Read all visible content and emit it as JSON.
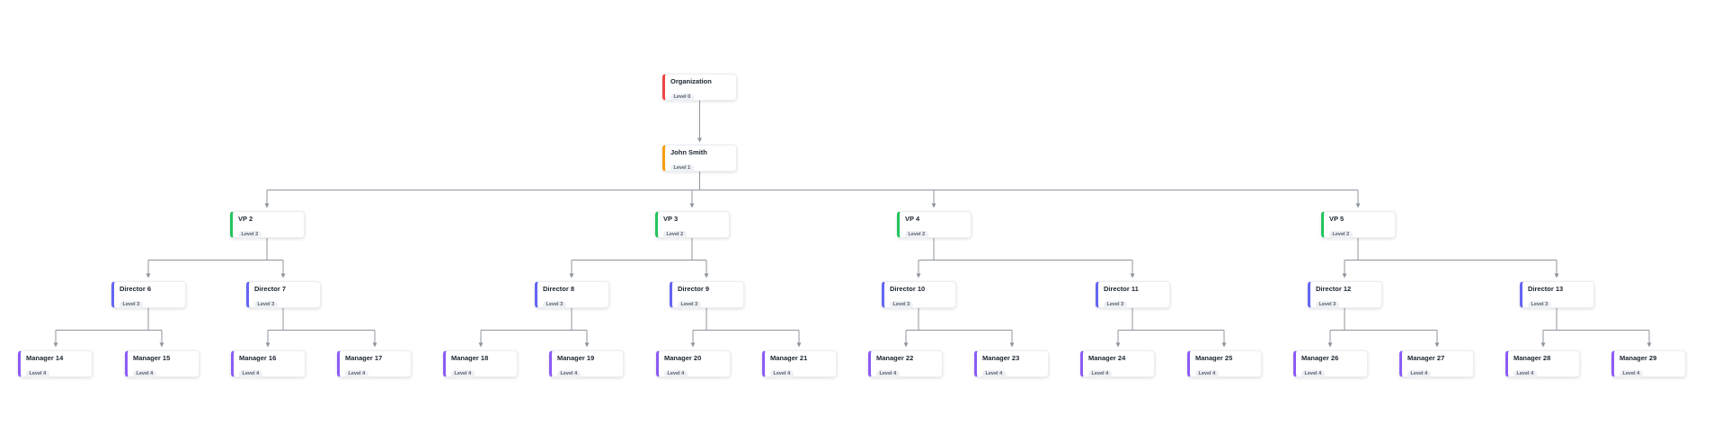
{
  "chart": {
    "type": "org-chart",
    "connector_color": "#8f959d",
    "levels": [
      {
        "label": "Level 0",
        "accent": "#ef4444"
      },
      {
        "label": "Level 1",
        "accent": "#f59e0b"
      },
      {
        "label": "Level 2",
        "accent": "#22c55e"
      },
      {
        "label": "Level 3",
        "accent": "#6366f1"
      },
      {
        "label": "Level 4",
        "accent": "#8b5cf6"
      }
    ],
    "nodes": [
      {
        "name": "Organization",
        "level_label": "Level 0",
        "level": 0,
        "parent": null
      },
      {
        "name": "John Smith",
        "level_label": "Level 1",
        "level": 1,
        "parent": "Organization"
      },
      {
        "name": "VP 2",
        "level_label": "Level 2",
        "level": 2,
        "parent": "John Smith"
      },
      {
        "name": "VP 3",
        "level_label": "Level 2",
        "level": 2,
        "parent": "John Smith"
      },
      {
        "name": "VP 4",
        "level_label": "Level 2",
        "level": 2,
        "parent": "John Smith"
      },
      {
        "name": "VP 5",
        "level_label": "Level 2",
        "level": 2,
        "parent": "John Smith"
      },
      {
        "name": "Director 6",
        "level_label": "Level 3",
        "level": 3,
        "parent": "VP 2"
      },
      {
        "name": "Director 7",
        "level_label": "Level 3",
        "level": 3,
        "parent": "VP 2"
      },
      {
        "name": "Director 8",
        "level_label": "Level 3",
        "level": 3,
        "parent": "VP 3"
      },
      {
        "name": "Director 9",
        "level_label": "Level 3",
        "level": 3,
        "parent": "VP 3"
      },
      {
        "name": "Director 10",
        "level_label": "Level 3",
        "level": 3,
        "parent": "VP 4"
      },
      {
        "name": "Director 11",
        "level_label": "Level 3",
        "level": 3,
        "parent": "VP 4"
      },
      {
        "name": "Director 12",
        "level_label": "Level 3",
        "level": 3,
        "parent": "VP 5"
      },
      {
        "name": "Director 13",
        "level_label": "Level 3",
        "level": 3,
        "parent": "VP 5"
      },
      {
        "name": "Manager 14",
        "level_label": "Level 4",
        "level": 4,
        "parent": "Director 6"
      },
      {
        "name": "Manager 15",
        "level_label": "Level 4",
        "level": 4,
        "parent": "Director 6"
      },
      {
        "name": "Manager 16",
        "level_label": "Level 4",
        "level": 4,
        "parent": "Director 7"
      },
      {
        "name": "Manager 17",
        "level_label": "Level 4",
        "level": 4,
        "parent": "Director 7"
      },
      {
        "name": "Manager 18",
        "level_label": "Level 4",
        "level": 4,
        "parent": "Director 8"
      },
      {
        "name": "Manager 19",
        "level_label": "Level 4",
        "level": 4,
        "parent": "Director 8"
      },
      {
        "name": "Manager 20",
        "level_label": "Level 4",
        "level": 4,
        "parent": "Director 9"
      },
      {
        "name": "Manager 21",
        "level_label": "Level 4",
        "level": 4,
        "parent": "Director 9"
      },
      {
        "name": "Manager 22",
        "level_label": "Level 4",
        "level": 4,
        "parent": "Director 10"
      },
      {
        "name": "Manager 23",
        "level_label": "Level 4",
        "level": 4,
        "parent": "Director 10"
      },
      {
        "name": "Manager 24",
        "level_label": "Level 4",
        "level": 4,
        "parent": "Director 11"
      },
      {
        "name": "Manager 25",
        "level_label": "Level 4",
        "level": 4,
        "parent": "Director 11"
      },
      {
        "name": "Manager 26",
        "level_label": "Level 4",
        "level": 4,
        "parent": "Director 12"
      },
      {
        "name": "Manager 27",
        "level_label": "Level 4",
        "level": 4,
        "parent": "Director 12"
      },
      {
        "name": "Manager 28",
        "level_label": "Level 4",
        "level": 4,
        "parent": "Director 13"
      },
      {
        "name": "Manager 29",
        "level_label": "Level 4",
        "level": 4,
        "parent": "Director 13"
      }
    ]
  }
}
